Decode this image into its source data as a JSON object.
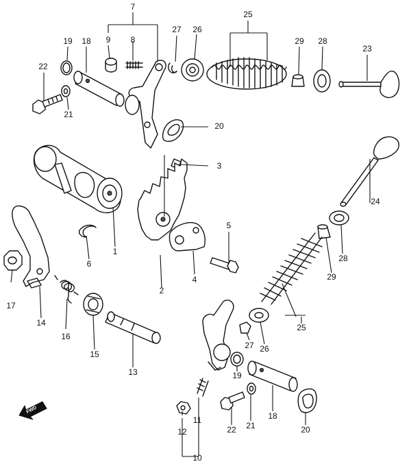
{
  "diagram": {
    "fwd_label": "FWD",
    "callouts": {
      "c1": "1",
      "c2": "2",
      "c3": "3",
      "c4": "4",
      "c5": "5",
      "c6": "6",
      "c7": "7",
      "c8": "8",
      "c9": "9",
      "c10": "10",
      "c11": "11",
      "c12": "12",
      "c13": "13",
      "c14": "14",
      "c15": "15",
      "c16": "16",
      "c17": "17",
      "c18a": "18",
      "c18b": "18",
      "c19a": "19",
      "c19b": "19",
      "c20a": "20",
      "c20b": "20",
      "c21a": "21",
      "c21b": "21",
      "c22a": "22",
      "c22b": "22",
      "c23": "23",
      "c24": "24",
      "c25a": "25",
      "c25b": "25",
      "c26a": "26",
      "c26b": "26",
      "c27a": "27",
      "c27b": "27",
      "c28a": "28",
      "c28b": "28",
      "c29a": "29",
      "c29b": "29"
    }
  }
}
